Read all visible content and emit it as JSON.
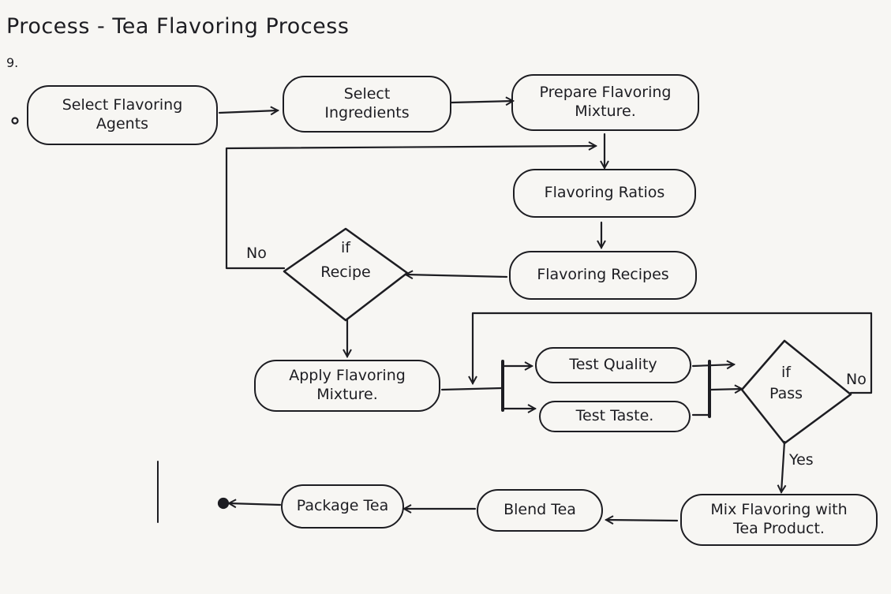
{
  "header": {
    "title": "Process - Tea  Flavoring Process",
    "number": "9."
  },
  "nodes": {
    "select_agents": "Select Flavoring Agents",
    "select_ingredients": "Select Ingredients",
    "prepare_mixture": "Prepare Flavoring Mixture.",
    "flavoring_ratios": "Flavoring Ratios",
    "flavoring_recipes": "Flavoring Recipes",
    "apply_mixture": "Apply Flavoring Mixture.",
    "test_quality": "Test Quality",
    "test_taste": "Test Taste.",
    "mix_flavoring": "Mix Flavoring with Tea Product.",
    "blend_tea": "Blend Tea",
    "package_tea": "Package Tea"
  },
  "decisions": {
    "if_recipe": {
      "line1": "if",
      "line2": "Recipe"
    },
    "if_pass": {
      "line1": "if",
      "line2": "Pass"
    }
  },
  "edge_labels": {
    "recipe_no": "No",
    "pass_no": "No",
    "pass_yes": "Yes"
  },
  "colors": {
    "ink": "#1d1d22",
    "paper": "#f7f6f3"
  }
}
